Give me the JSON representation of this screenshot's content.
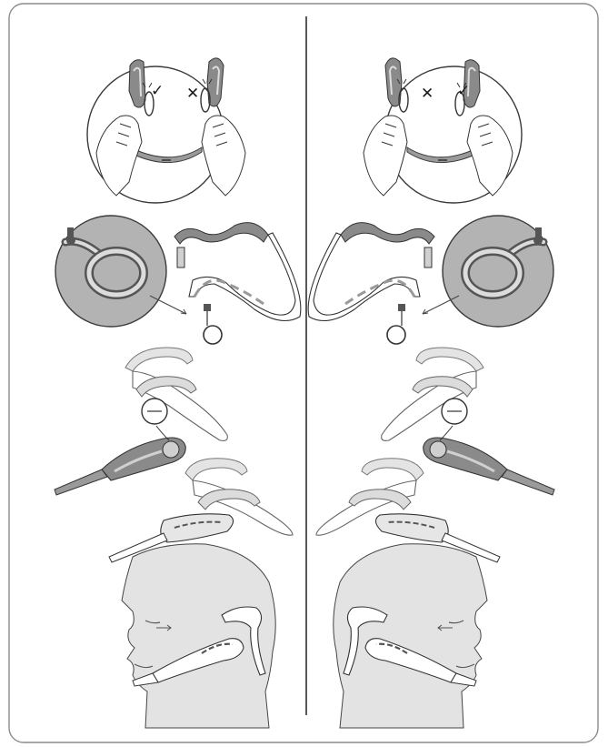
{
  "figure": {
    "colors": {
      "frame": "#8a8a8a",
      "divider": "#111111",
      "line": "#4a4a4a",
      "gray_fill": "#b3b3b3",
      "dark_fill": "#7d7d7d",
      "light_fill": "#e4e4e4",
      "head_fill": "#e3e3e3"
    },
    "left_column": {
      "top_detail": {
        "correct_mark": "✓",
        "wrong_mark": "✕",
        "icons": [
          "left-ear-hook-icon",
          "right-ear-hook-icon",
          "hands-icon",
          "neckband-icon"
        ]
      },
      "zoom_detail": {
        "icons": [
          "ring-attachment-icon"
        ]
      },
      "steps": [
        "neckband-with-ring",
        "ear-hooks-and-headset",
        "headset-on-head"
      ]
    },
    "right_column": {
      "top_detail": {
        "correct_mark": "✓",
        "wrong_mark": "✕",
        "icons": [
          "left-ear-hook-icon",
          "right-ear-hook-icon",
          "hands-icon",
          "neckband-icon"
        ]
      },
      "zoom_detail": {
        "icons": [
          "ring-attachment-icon"
        ]
      },
      "steps": [
        "neckband-with-ring",
        "ear-hooks-and-headset",
        "headset-on-head"
      ]
    }
  }
}
